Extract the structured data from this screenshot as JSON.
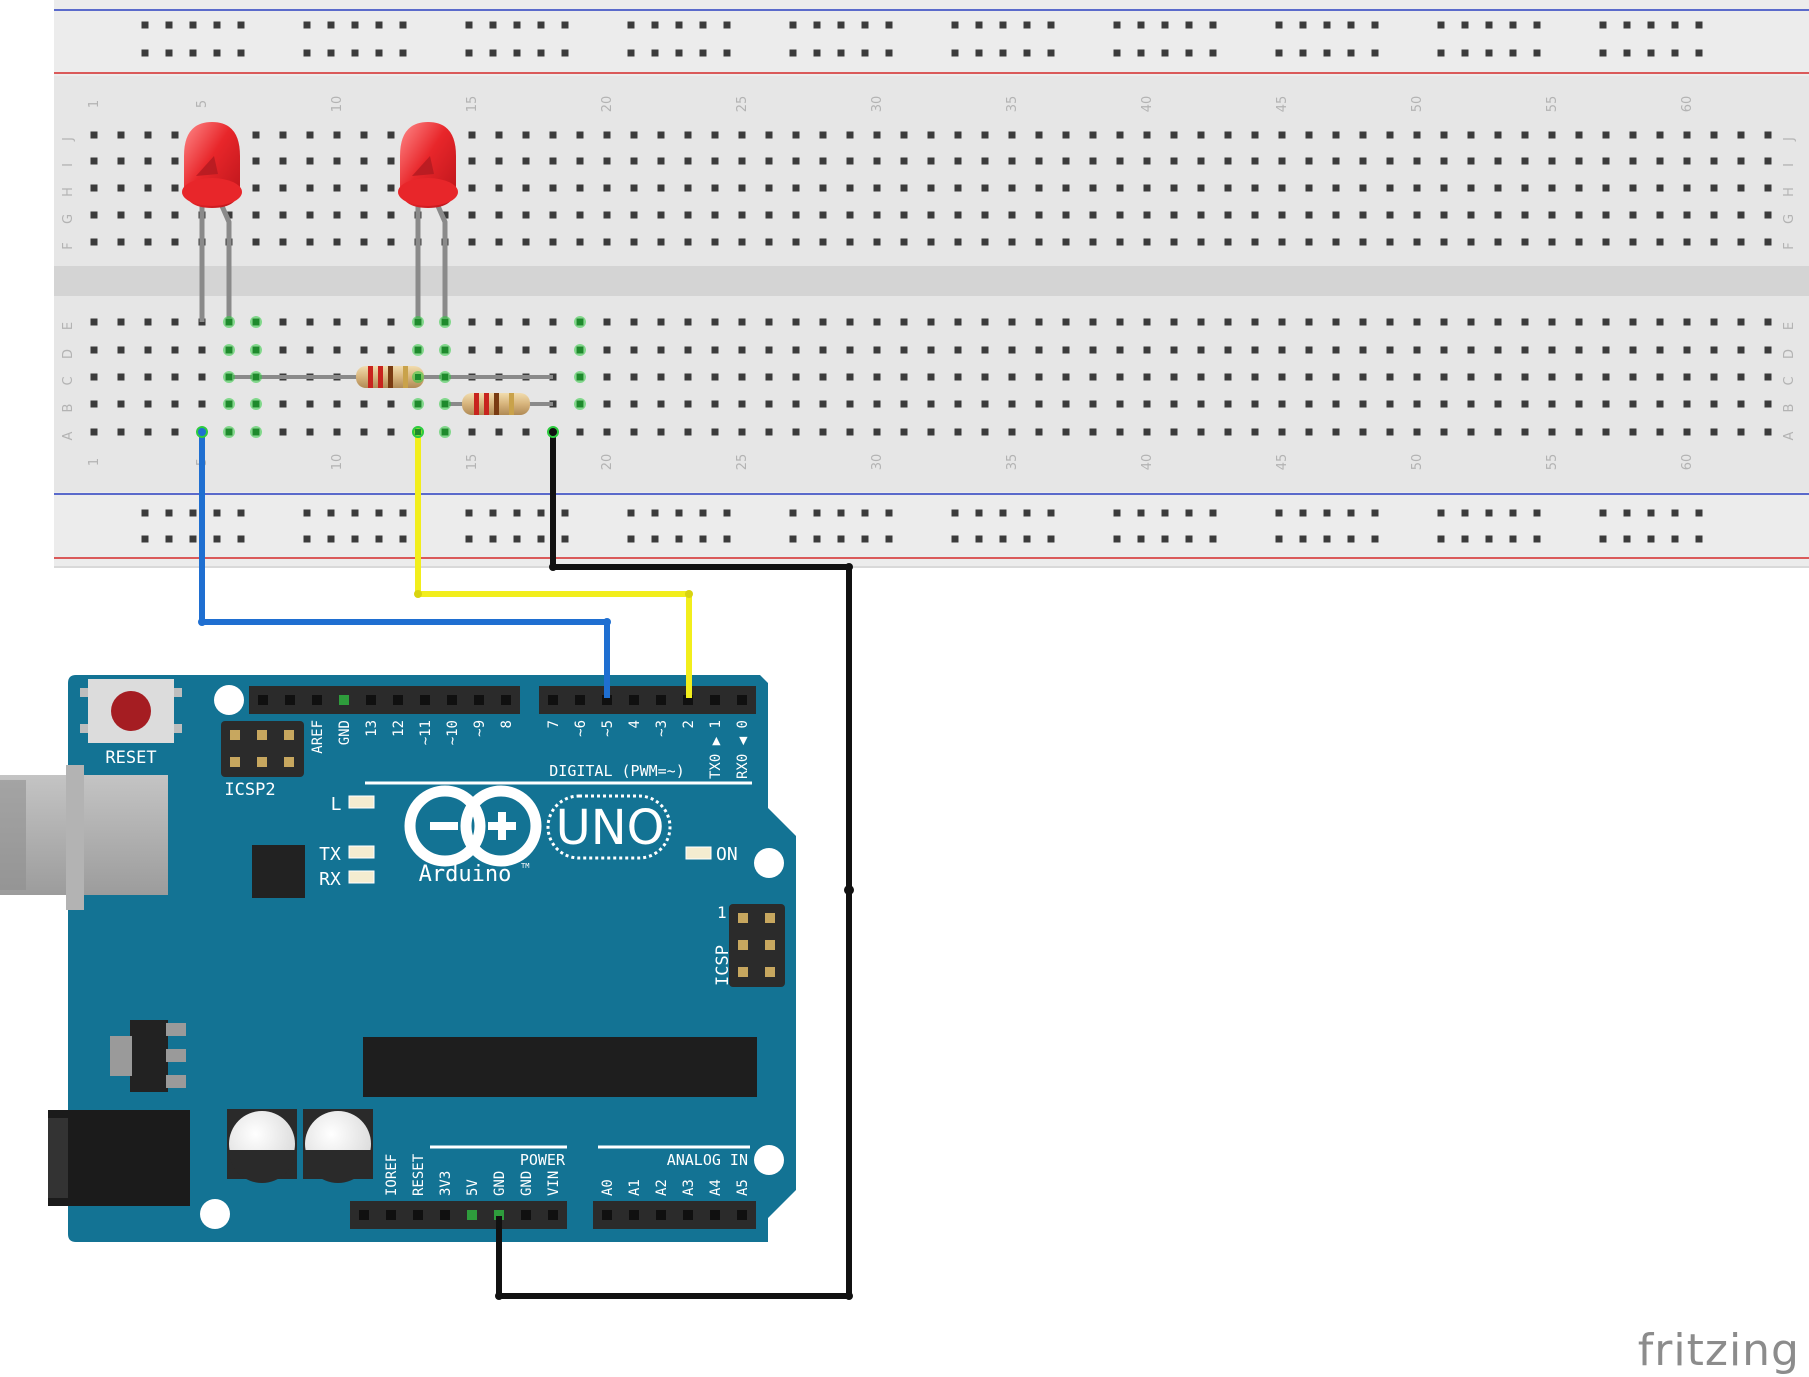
{
  "breadboard": {
    "row_labels_top": [
      "J",
      "I",
      "H",
      "G",
      "F"
    ],
    "row_labels_bottom": [
      "E",
      "D",
      "C",
      "B",
      "A"
    ],
    "column_numbers": [
      "1",
      "5",
      "10",
      "15",
      "20",
      "25",
      "30",
      "35",
      "40",
      "45",
      "50",
      "55",
      "60"
    ],
    "column_count": 63
  },
  "components": {
    "leds": [
      {
        "name": "LED 1",
        "color": "#e8262a"
      },
      {
        "name": "LED 2",
        "color": "#e8262a"
      }
    ],
    "resistors": [
      {
        "name": "Resistor 1"
      },
      {
        "name": "Resistor 2"
      }
    ]
  },
  "wires": [
    {
      "name": "blue-wire",
      "color": "#1f6fd1",
      "to_pin": "~5"
    },
    {
      "name": "yellow-wire",
      "color": "#f2ee1c",
      "to_pin": "2"
    },
    {
      "name": "black-wire",
      "color": "#111111",
      "to_pin": "GND"
    }
  ],
  "arduino": {
    "board_color": "#137394",
    "reset_label": "RESET",
    "icsp2_label": "ICSP2",
    "icsp_label": "ICSP",
    "icsp_pin1": "1",
    "digital_pins_left": [
      "AREF",
      "GND",
      "13",
      "12",
      "~11",
      "~10",
      "~9",
      "8"
    ],
    "digital_pins_right": [
      "7",
      "~6",
      "~5",
      "4",
      "~3",
      "2",
      "TX0 ▶ 1",
      "RX0 ◀ 0"
    ],
    "digital_label": "DIGITAL (PWM=~)",
    "led_l": "L",
    "led_tx": "TX",
    "led_rx": "RX",
    "led_on": "ON",
    "logo_uno": "UNO",
    "logo_name": "Arduino",
    "logo_tm": "TM",
    "power_label": "POWER",
    "power_pins": [
      "IOREF",
      "RESET",
      "3V3",
      "5V",
      "GND",
      "GND",
      "VIN"
    ],
    "analog_label": "ANALOG IN",
    "analog_pins": [
      "A0",
      "A1",
      "A2",
      "A3",
      "A4",
      "A5"
    ]
  },
  "watermark": "fritzing"
}
